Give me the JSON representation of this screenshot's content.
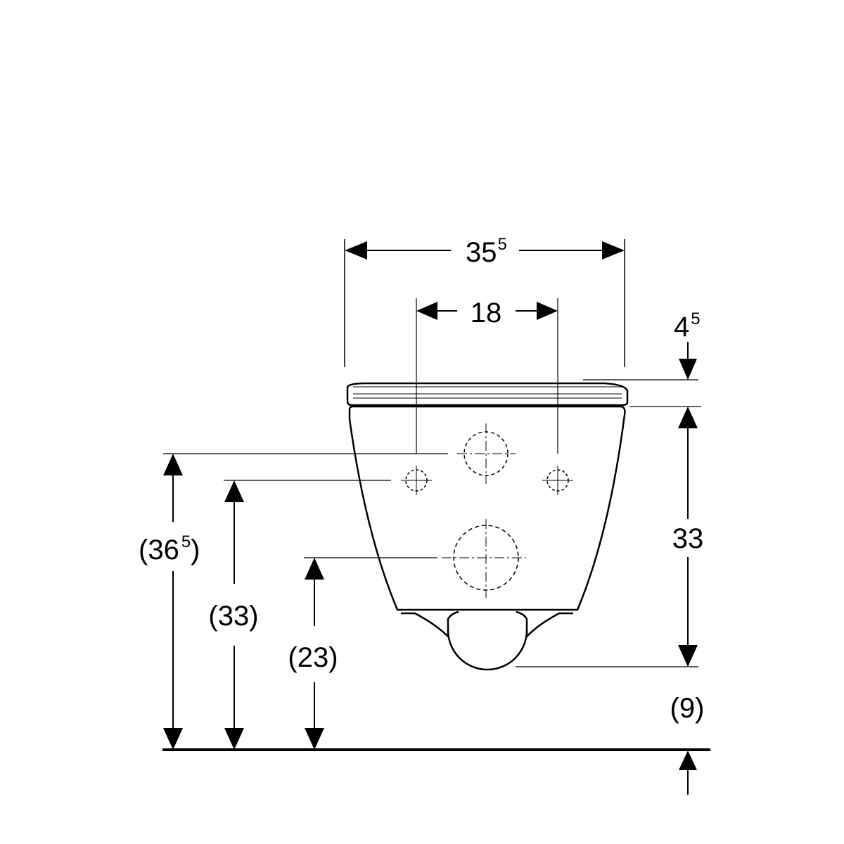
{
  "dimensions": {
    "seat_width": {
      "main": "35",
      "sup": "5"
    },
    "fixing_spacing": {
      "main": "18"
    },
    "seat_thickness": {
      "main": "4",
      "sup": "5"
    },
    "bowl_height": {
      "main": "33"
    },
    "floor_gap": {
      "main": "(9)"
    },
    "inlet_height": {
      "open": "(36",
      "sup": "5",
      "close": ")"
    },
    "fixing_height": {
      "main": "(33)"
    },
    "outlet_height": {
      "main": "(23)"
    }
  }
}
